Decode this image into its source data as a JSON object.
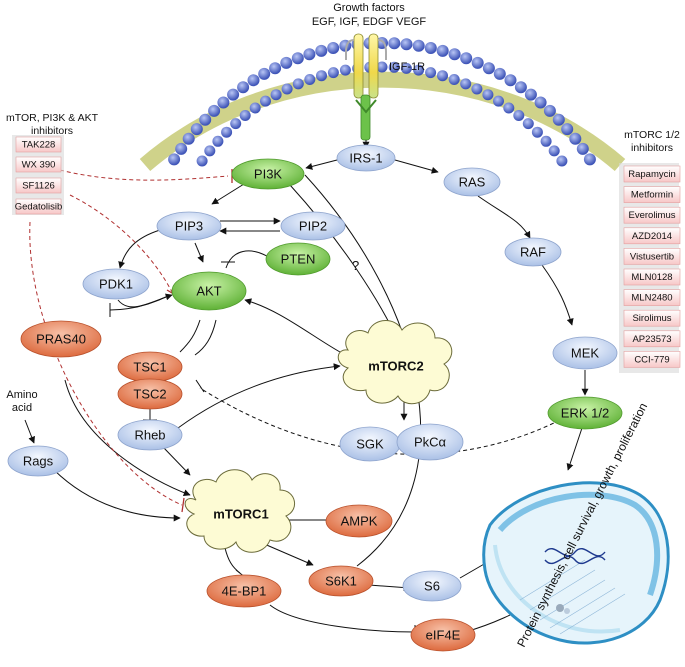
{
  "growth_factors": {
    "title": "Growth factors",
    "list": "EGF, IGF, EDGF VEGF"
  },
  "receptor_label": "IGF-1R",
  "left_inhibitors": {
    "header_line1": "mTOR, PI3K & AKT",
    "header_line2": "inhibitors",
    "items": [
      "TAK228",
      "WX 390",
      "SF1126",
      "Gedatolisib"
    ]
  },
  "right_inhibitors": {
    "header_line1": "mTORC 1/2",
    "header_line2": "inhibitors",
    "items": [
      "Rapamycin",
      "Metformin",
      "Everolimus",
      "AZD2014",
      "Vistusertib",
      "MLN0128",
      "MLN2480",
      "Sirolimus",
      "AP23573",
      "CCI-779"
    ]
  },
  "nodes": {
    "irs1": "IRS-1",
    "pi3k": "PI3K",
    "ras": "RAS",
    "pip3": "PIP3",
    "pip2": "PIP2",
    "raf": "RAF",
    "pdk1": "PDK1",
    "akt": "AKT",
    "pten": "PTEN",
    "mek": "MEK",
    "pras40": "PRAS40",
    "tsc1": "TSC1",
    "tsc2": "TSC2",
    "mtorc2": "mTORC2",
    "erk": "ERK 1/2",
    "rheb": "Rheb",
    "sgk": "SGK",
    "pkc": "PkCα",
    "rags": "Rags",
    "mtorc1": "mTORC1",
    "ampk": "AMPK",
    "s6k1": "S6K1",
    "s6": "S6",
    "eif4ebp1": "4E-BP1",
    "eif4e": "eIF4E"
  },
  "question_mark": "?",
  "amino_acid_line1": "Amino",
  "amino_acid_line2": "acid",
  "outcome_label": "Protein synthesis, cell survival, growth, proliferation",
  "colors": {
    "blue_node": "#c9d9f2",
    "green_node": "#7ccd4e",
    "orange_node": "#ec8a62",
    "complex_fill": "#fdfbd4",
    "inhibitor_red": "#b03030",
    "membrane_blue": "#5b6ec9",
    "cell_blue": "#2e8fc4"
  }
}
